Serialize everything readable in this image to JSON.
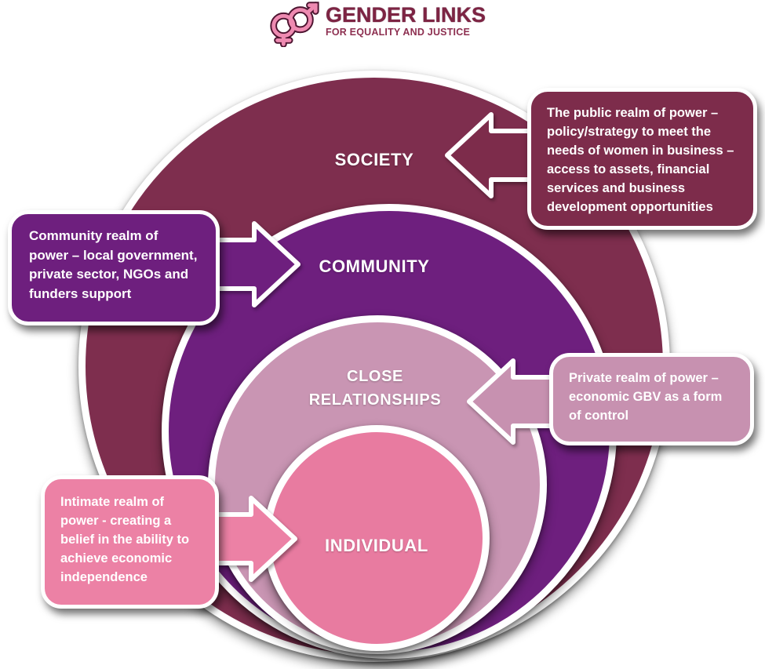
{
  "logo": {
    "title": "GENDER LINKS",
    "subtitle": "FOR EQUALITY AND JUSTICE",
    "brand_color": "#7d2443",
    "icon": "interlocked-gender-symbols-icon",
    "icon_color": "#ee8ab1"
  },
  "diagram": {
    "type": "socio-ecological-model",
    "rings": [
      {
        "label": "SOCIETY",
        "color": "#7e2e4e"
      },
      {
        "label": "COMMUNITY",
        "color": "#6e1f7e"
      },
      {
        "label": "CLOSE RELATIONSHIPS",
        "color": "#c995b3"
      },
      {
        "label": "INDIVIDUAL",
        "color": "#e87ba0"
      }
    ],
    "callouts": [
      {
        "target": "SOCIETY",
        "text": "The public realm of power – policy/strategy to meet the needs of women in business – access to assets, financial services and business development opportunities",
        "color": "#7d2c4b",
        "arrow_direction": "left"
      },
      {
        "target": "COMMUNITY",
        "text": "Community realm of power – local government, private sector, NGOs and funders support",
        "color": "#6e1f7e",
        "arrow_direction": "right"
      },
      {
        "target": "CLOSE RELATIONSHIPS",
        "text": "Private realm of power – economic GBV as a form of control",
        "color": "#c791b0",
        "arrow_direction": "left"
      },
      {
        "target": "INDIVIDUAL",
        "text": "Intimate realm of power - creating a belief in the ability to achieve economic independence",
        "color": "#ec81a5",
        "arrow_direction": "right"
      }
    ]
  }
}
